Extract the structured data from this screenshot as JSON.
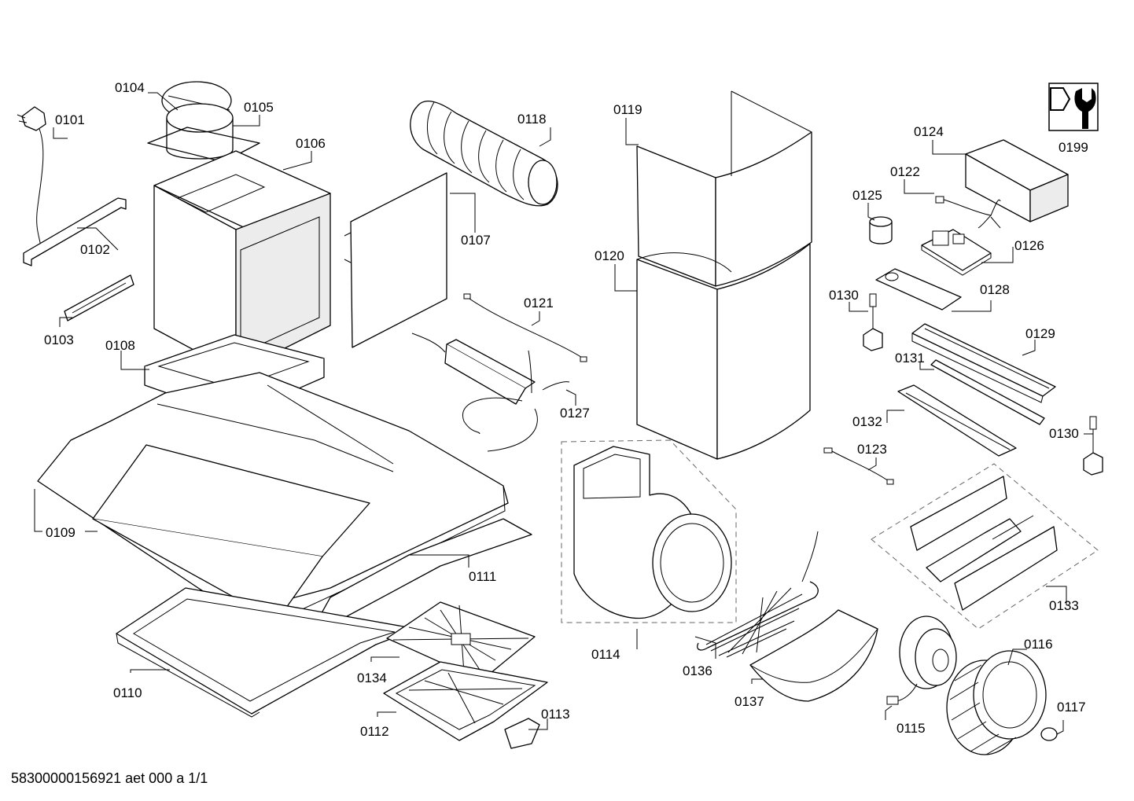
{
  "parts": {
    "p0101": "0101",
    "p0102": "0102",
    "p0103": "0103",
    "p0104": "0104",
    "p0105": "0105",
    "p0106": "0106",
    "p0107": "0107",
    "p0108": "0108",
    "p0109": "0109",
    "p0110": "0110",
    "p0111": "0111",
    "p0112": "0112",
    "p0113": "0113",
    "p0114": "0114",
    "p0115": "0115",
    "p0116": "0116",
    "p0117": "0117",
    "p0118": "0118",
    "p0119": "0119",
    "p0120": "0120",
    "p0121": "0121",
    "p0122": "0122",
    "p0123": "0123",
    "p0124": "0124",
    "p0125": "0125",
    "p0126": "0126",
    "p0127": "0127",
    "p0128": "0128",
    "p0129": "0129",
    "p0130a": "0130",
    "p0130b": "0130",
    "p0131": "0131",
    "p0132": "0132",
    "p0133": "0133",
    "p0134": "0134",
    "p0136": "0136",
    "p0137": "0137",
    "p0199": "0199"
  },
  "footer": {
    "doc_id": "58300000156921 aet 000 a 1/1"
  }
}
